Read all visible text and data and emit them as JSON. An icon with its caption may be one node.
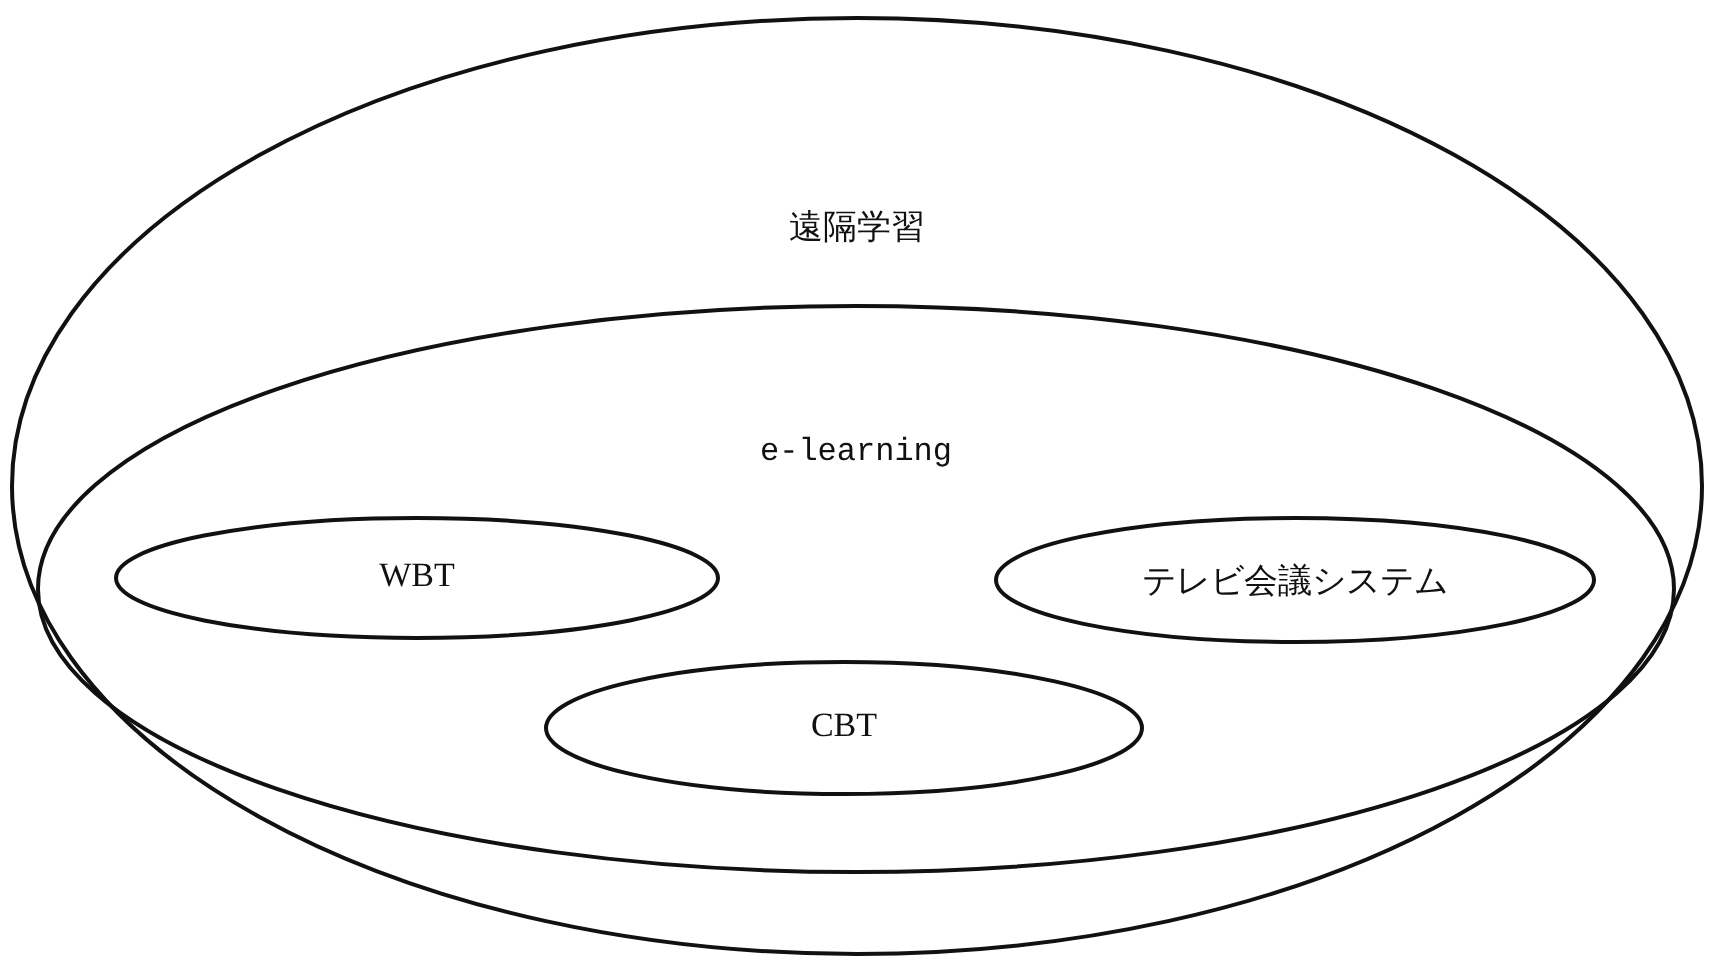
{
  "diagram": {
    "nodes": [
      {
        "text": [
          "遠隔学習"
        ]
      },
      {
        "text": [
          "e-learning"
        ],
        "in": 0
      },
      {
        "text": [
          "WBT"
        ],
        "in": 1
      },
      {
        "text": [
          "テレビ会議システム"
        ],
        "in": 1
      },
      {
        "text": [
          "CBT"
        ],
        "in": 1
      }
    ]
  }
}
